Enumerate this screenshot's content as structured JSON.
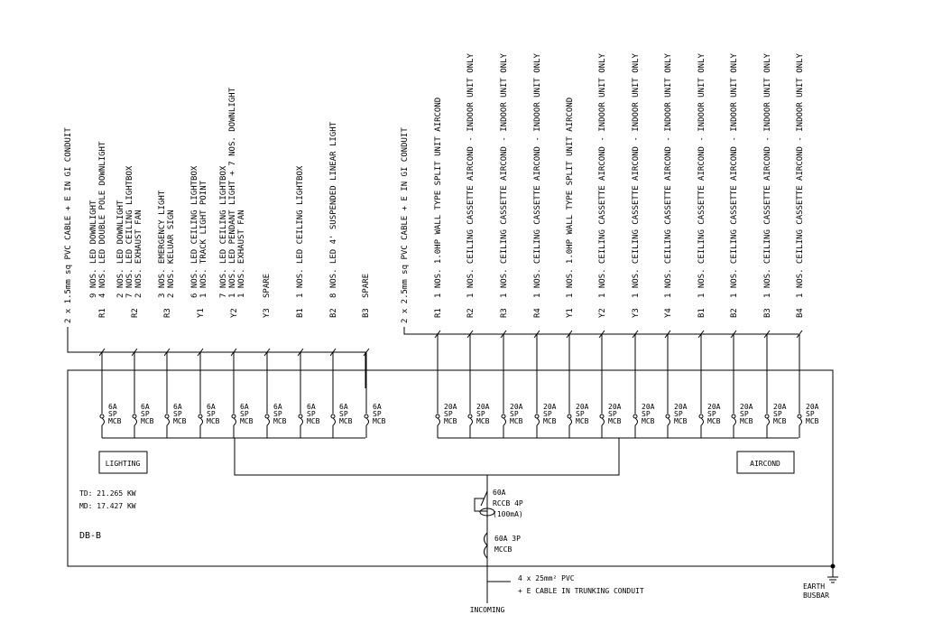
{
  "lighting": {
    "cable": "2 x 1.5mm sq PVC CABLE + E IN GI CONDUIT",
    "circuits": [
      {
        "phase": "R1",
        "lines": [
          "9 NOS. LED DOWNLIGHT",
          "4 NOS. LED DOUBLE POLE DOWNLIGHT"
        ],
        "mcb": [
          "6A",
          "SP",
          "MCB"
        ]
      },
      {
        "phase": "R2",
        "lines": [
          "2 NOS. LED DOWNLIGHT",
          "7 NOS. LED CEILING LIGHTBOX",
          "2 NOS. EXHAUST FAN"
        ],
        "mcb": [
          "6A",
          "SP",
          "MCB"
        ]
      },
      {
        "phase": "R3",
        "lines": [
          "3 NOS. EMERGENCY LIGHT",
          "2 NOS. KELUAR SIGN"
        ],
        "mcb": [
          "6A",
          "SP",
          "MCB"
        ]
      },
      {
        "phase": "Y1",
        "lines": [
          "6 NOS. LED CEILING LIGHTBOX",
          "1 NOS. TRACK LIGHT POINT"
        ],
        "mcb": [
          "6A",
          "SP",
          "MCB"
        ]
      },
      {
        "phase": "Y2",
        "lines": [
          "7 NOS. LED CEILING LIGHTBOX",
          "1 NOS. LED PENDANT LIGHT + 7 NOS. DOWNLIGHT",
          "1 NOS. EXHAUST FAN"
        ],
        "mcb": [
          "6A",
          "SP",
          "MCB"
        ]
      },
      {
        "phase": "Y3",
        "lines": [
          "SPARE"
        ],
        "mcb": [
          "6A",
          "SP",
          "MCB"
        ]
      },
      {
        "phase": "B1",
        "lines": [
          "1 NOS. LED CEILING LIGHTBOX"
        ],
        "mcb": [
          "6A",
          "SP",
          "MCB"
        ]
      },
      {
        "phase": "B2",
        "lines": [
          "8 NOS. LED 4' SUSPENDED LINEAR LIGHT"
        ],
        "mcb": [
          "6A",
          "SP",
          "MCB"
        ]
      },
      {
        "phase": "B3",
        "lines": [
          "SPARE"
        ],
        "mcb": [
          "6A",
          "SP",
          "MCB"
        ]
      }
    ],
    "label": "LIGHTING"
  },
  "aircond": {
    "cable": "2 x 2.5mm sq PVC CABLE + E IN GI CONDUIT",
    "circuits": [
      {
        "phase": "R1",
        "lines": [
          "1 NOS. 1.0HP WALL TYPE SPLIT UNIT AIRCOND"
        ],
        "mcb": [
          "20A",
          "SP",
          "MCB"
        ]
      },
      {
        "phase": "R2",
        "lines": [
          "1 NOS. CEILING CASSETTE AIRCOND - INDOOR UNIT ONLY"
        ],
        "mcb": [
          "20A",
          "SP",
          "MCB"
        ]
      },
      {
        "phase": "R3",
        "lines": [
          "1 NOS. CEILING CASSETTE AIRCOND - INDOOR UNIT ONLY"
        ],
        "mcb": [
          "20A",
          "SP",
          "MCB"
        ]
      },
      {
        "phase": "R4",
        "lines": [
          "1 NOS. CEILING CASSETTE AIRCOND - INDOOR UNIT ONLY"
        ],
        "mcb": [
          "20A",
          "SP",
          "MCB"
        ]
      },
      {
        "phase": "Y1",
        "lines": [
          "1 NOS. 1.0HP WALL TYPE SPLIT UNIT AIRCOND"
        ],
        "mcb": [
          "20A",
          "SP",
          "MCB"
        ]
      },
      {
        "phase": "Y2",
        "lines": [
          "1 NOS. CEILING CASSETTE AIRCOND - INDOOR UNIT ONLY"
        ],
        "mcb": [
          "20A",
          "SP",
          "MCB"
        ]
      },
      {
        "phase": "Y3",
        "lines": [
          "1 NOS. CEILING CASSETTE AIRCOND - INDOOR UNIT ONLY"
        ],
        "mcb": [
          "20A",
          "SP",
          "MCB"
        ]
      },
      {
        "phase": "Y4",
        "lines": [
          "1 NOS. CEILING CASSETTE AIRCOND - INDOOR UNIT ONLY"
        ],
        "mcb": [
          "20A",
          "SP",
          "MCB"
        ]
      },
      {
        "phase": "B1",
        "lines": [
          "1 NOS. CEILING CASSETTE AIRCOND - INDOOR UNIT ONLY"
        ],
        "mcb": [
          "20A",
          "SP",
          "MCB"
        ]
      },
      {
        "phase": "B2",
        "lines": [
          "1 NOS. CEILING CASSETTE AIRCOND - INDOOR UNIT ONLY"
        ],
        "mcb": [
          "20A",
          "SP",
          "MCB"
        ]
      },
      {
        "phase": "B3",
        "lines": [
          "1 NOS. CEILING CASSETTE AIRCOND - INDOOR UNIT ONLY"
        ],
        "mcb": [
          "20A",
          "SP",
          "MCB"
        ]
      },
      {
        "phase": "B4",
        "lines": [
          "1 NOS. CEILING CASSETTE AIRCOND - INDOOR UNIT ONLY"
        ],
        "mcb": [
          "20A",
          "SP",
          "MCB"
        ]
      }
    ],
    "label": "AIRCOND"
  },
  "board": {
    "name": "DB-B",
    "td": "TD: 21.265 KW",
    "md": "MD: 17.427 KW"
  },
  "rccb": {
    "lines": [
      "60A",
      "RCCB 4P",
      "(100mA)"
    ]
  },
  "mccb": {
    "lines": [
      "60A 3P",
      "MCCB"
    ]
  },
  "incoming": {
    "cable_line1": "4 x 25mm² PVC",
    "cable_line2": "+ E CABLE IN TRUNKING CONDUIT",
    "label": "INCOMING"
  },
  "earth": {
    "line1": "EARTH",
    "line2": "BUSBAR"
  }
}
